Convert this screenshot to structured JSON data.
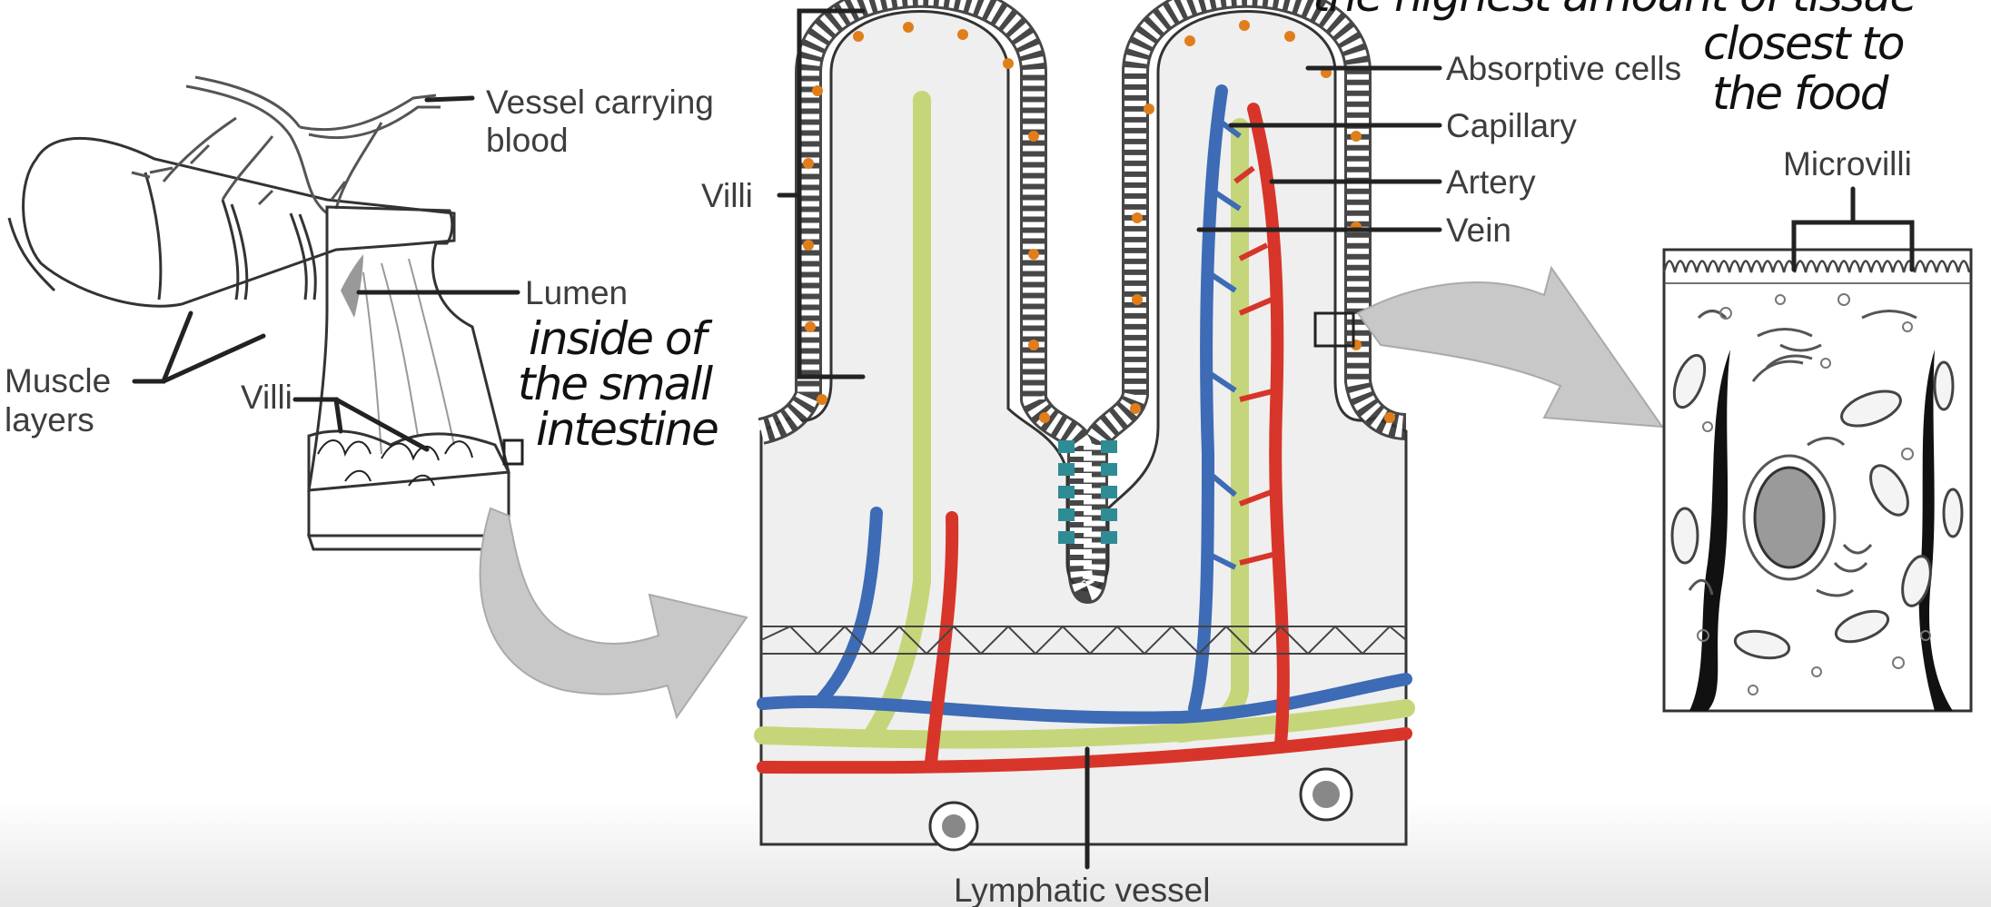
{
  "labels": {
    "vessel_carrying_blood_1": "Vessel carrying",
    "vessel_carrying_blood_2": "blood",
    "lumen": "Lumen",
    "muscle_layers_1": "Muscle",
    "muscle_layers_2": "layers",
    "villi_left": "Villi",
    "villi_center": "Villi",
    "absorptive_cells": "Absorptive cells",
    "capillary": "Capillary",
    "artery": "Artery",
    "vein": "Vein",
    "microvilli": "Microvilli",
    "lymphatic_vessel": "Lymphatic vessel"
  },
  "handwriting": {
    "lumen_note_1": "inside of",
    "lumen_note_2": "the small",
    "lumen_note_3": "intestine",
    "top_note_1": "the highest amount of tissue",
    "top_note_2": "closest to",
    "top_note_3": "the food"
  },
  "colors": {
    "vein": "#3d6bb5",
    "artery": "#d8352a",
    "lymphatic": "#c5d67a",
    "goblet_cells": "#2e8c95",
    "nuclei": "#e07e1c",
    "arrow": "#c8c8c8",
    "tissue": "#f2f2f2"
  }
}
